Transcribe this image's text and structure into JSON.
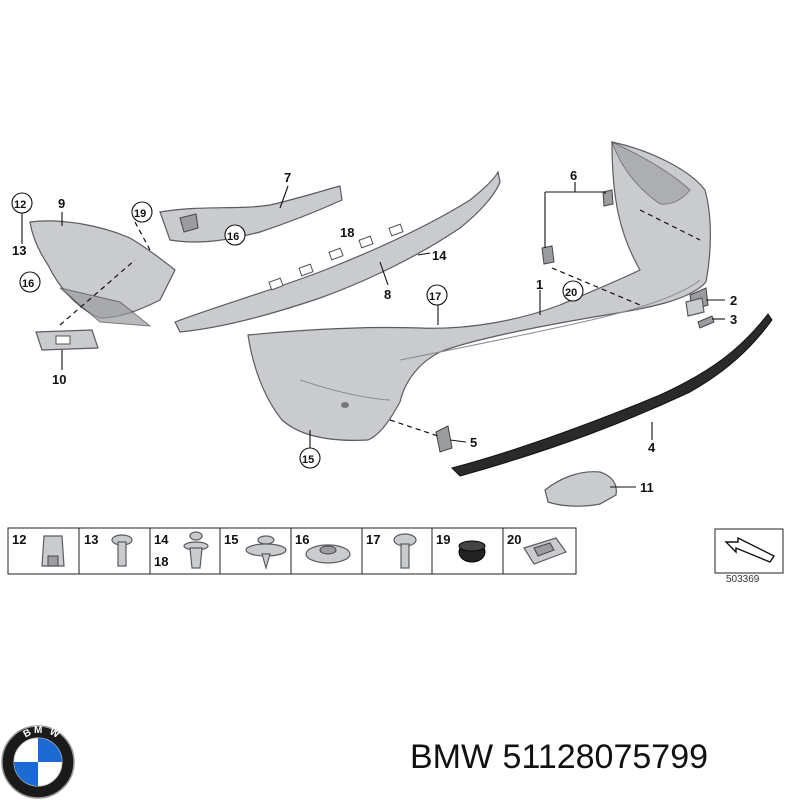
{
  "callouts": {
    "c1": "1",
    "c2": "2",
    "c3": "3",
    "c4": "4",
    "c5": "5",
    "c6": "6",
    "c7": "7",
    "c8": "8",
    "c9": "9",
    "c10": "10",
    "c11": "11",
    "c12": "12",
    "c13": "13",
    "c14": "14",
    "c15": "15",
    "c16a": "16",
    "c16b": "16",
    "c17": "17",
    "c18": "18",
    "c19": "19",
    "c20": "20"
  },
  "legend": {
    "items": [
      {
        "labels": [
          "12"
        ]
      },
      {
        "labels": [
          "13"
        ]
      },
      {
        "labels": [
          "14",
          "18"
        ]
      },
      {
        "labels": [
          "15"
        ]
      },
      {
        "labels": [
          "16"
        ]
      },
      {
        "labels": [
          "17"
        ]
      },
      {
        "labels": [
          "19"
        ]
      },
      {
        "labels": [
          "20"
        ]
      }
    ]
  },
  "ref_number": "503369",
  "caption": "BMW 51128075799",
  "logo": {
    "letters": "BMW",
    "colors": {
      "blue": "#1c69d4",
      "white": "#ffffff",
      "ring": "#1a1a1a"
    }
  }
}
